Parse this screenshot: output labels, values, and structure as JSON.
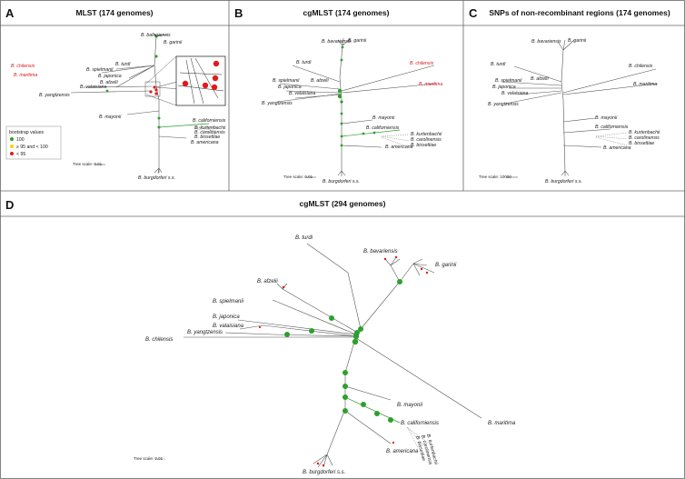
{
  "panels": {
    "A": {
      "letter": "A",
      "title": "MLST (174 genomes)"
    },
    "B": {
      "letter": "B",
      "title": "cgMLST (174 genomes)"
    },
    "C": {
      "letter": "C",
      "title": "SNPs of non-recombinant regions (174 genomes)"
    },
    "D": {
      "letter": "D",
      "title": "cgMLST (294 genomes)"
    }
  },
  "taxa": {
    "bavariensis": "B. bavariensis",
    "garinii": "B. garinii",
    "turdi": "B. turdi",
    "chilensis": "B. chilensis",
    "maritima": "B. maritima",
    "spielmanii": "B. spielmanii",
    "japonica": "B. japonica",
    "afzelii": "B. afzelii",
    "valaisiana": "B. valaisiana",
    "yangtzensis": "B. yangtzensis",
    "mayonii": "B. mayonii",
    "californiensis": "B. californiensis",
    "kurtenbachii": "B. kurtenbachii",
    "carolinensis": "B. carolinensis",
    "bissettiae": "B. bissettiae",
    "americana": "B. americana",
    "burgdorferi": "B. burgdorferi s.s."
  },
  "tree_scale": {
    "A": "Tree scale: 0.01",
    "B": "Tree scale: 0.01",
    "C": "Tree scale: 10000",
    "D": "Tree scale: 0.01"
  },
  "legend": {
    "title": "bootstrap values",
    "items": [
      {
        "label": "100",
        "color": "#2ca02c"
      },
      {
        "label": "≥ 95 and < 100",
        "color": "#f5d400"
      },
      {
        "label": "< 95",
        "color": "#e31a1c"
      }
    ]
  },
  "colors": {
    "highlight": "#d7191c",
    "support": "#2ca02c",
    "lowsupport": "#e31a1c"
  }
}
